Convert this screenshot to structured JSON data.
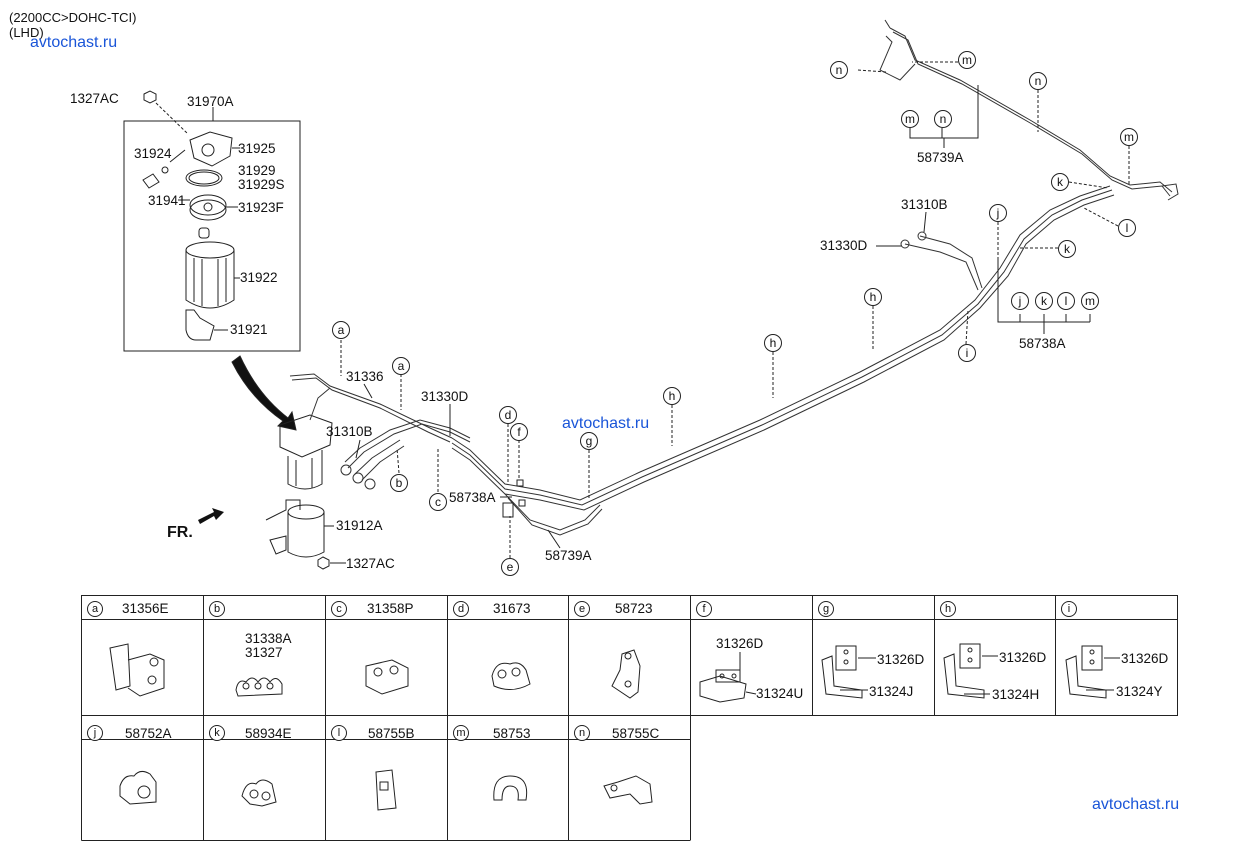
{
  "header": {
    "engine": "(2200CC>DOHC-TCI)",
    "drive": "(LHD)"
  },
  "watermarks": [
    "avtochast.ru",
    "avtochast.ru",
    "avtochast.ru"
  ],
  "front_label": "FR.",
  "filter_box": {
    "top_label": "31970A",
    "nut_top": "1327AC",
    "parts": [
      "31924",
      "31925",
      "31929",
      "31929S",
      "31941",
      "31923F",
      "31922",
      "31921"
    ]
  },
  "lower_assembly": {
    "part": "31912A",
    "nut": "1327AC"
  },
  "tube_labels": {
    "t31336": "31336",
    "t31330D_left": "31330D",
    "t31310B_left": "31310B",
    "t58738A_mid": "58738A",
    "t58739A_mid": "58739A",
    "t31310B_right": "31310B",
    "t31330D_right": "31330D",
    "t58739A_top": "58739A",
    "t58738A_right": "58738A"
  },
  "callouts": [
    "a",
    "a",
    "b",
    "c",
    "d",
    "e",
    "f",
    "g",
    "h",
    "h",
    "h",
    "i",
    "j",
    "k",
    "k",
    "l",
    "m",
    "m",
    "n",
    "n",
    "n",
    "j",
    "k",
    "l",
    "m"
  ],
  "legend": {
    "row1": [
      {
        "letter": "a",
        "codes": [
          "31356E"
        ]
      },
      {
        "letter": "b",
        "codes": [
          "31338A",
          "31327"
        ]
      },
      {
        "letter": "c",
        "codes": [
          "31358P"
        ]
      },
      {
        "letter": "d",
        "codes": [
          "31673"
        ]
      },
      {
        "letter": "e",
        "codes": [
          "58723"
        ]
      },
      {
        "letter": "f",
        "codes": [
          "31326D",
          "31324U"
        ]
      },
      {
        "letter": "g",
        "codes": [
          "31326D",
          "31324J"
        ]
      },
      {
        "letter": "h",
        "codes": [
          "31326D",
          "31324H"
        ]
      },
      {
        "letter": "i",
        "codes": [
          "31326D",
          "31324Y"
        ]
      }
    ],
    "row2": [
      {
        "letter": "j",
        "codes": [
          "58752A"
        ]
      },
      {
        "letter": "k",
        "codes": [
          "58934E"
        ]
      },
      {
        "letter": "l",
        "codes": [
          "58755B"
        ]
      },
      {
        "letter": "m",
        "codes": [
          "58753"
        ]
      },
      {
        "letter": "n",
        "codes": [
          "58755C"
        ]
      }
    ]
  }
}
